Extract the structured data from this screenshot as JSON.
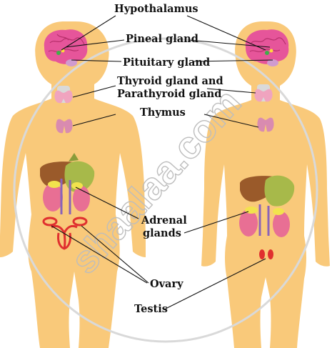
{
  "labels": {
    "hypothalamus": "Hypothalamus",
    "pineal": "Pineal gland",
    "pituitary": "Pituitary gland",
    "thyroid_line1": "Thyroid gland and",
    "thyroid_line2": "Parathyroid gland",
    "thymus": "Thymus",
    "adrenal_line1": "Adrenal",
    "adrenal_line2": "glands",
    "ovary": "Ovary",
    "testis": "Testis"
  },
  "watermark": "shaalaa.com",
  "colors": {
    "skin": "#f9c97a",
    "brain": "#e6559a",
    "thyroid": "#f0a4bf",
    "thymus": "#d98bb0",
    "liver": "#9a5a2a",
    "stomach": "#a7b94a",
    "kidney": "#e86f94",
    "adrenal": "#f2e34d",
    "reproductive": "#e0302f"
  }
}
